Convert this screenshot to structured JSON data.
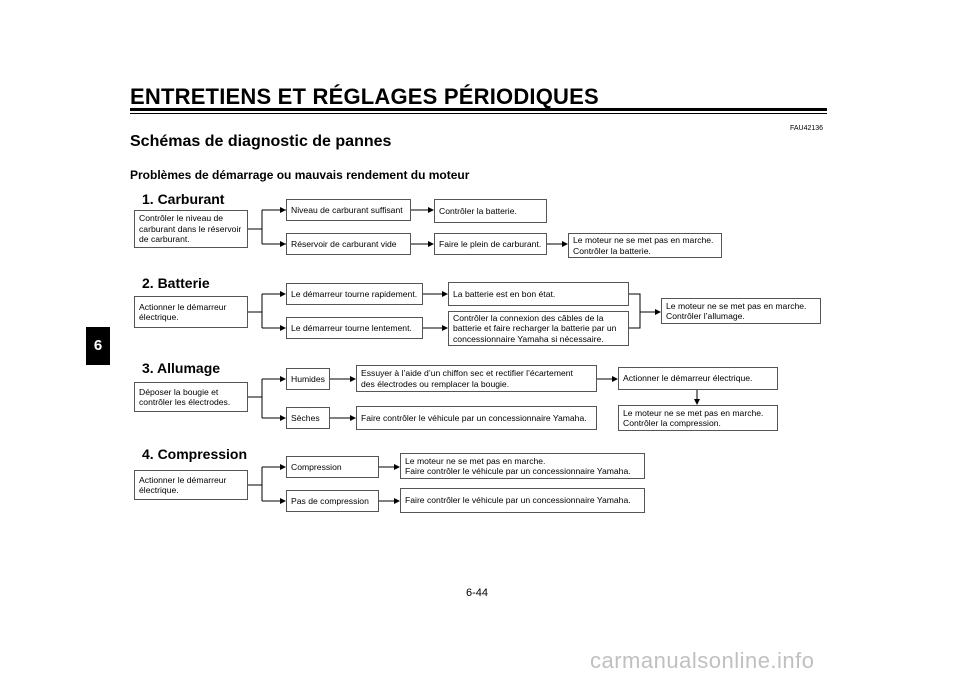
{
  "header": {
    "title": "ENTRETIENS ET RÉGLAGES PÉRIODIQUES",
    "code": "FAU42136"
  },
  "section_title": "Schémas de diagnostic de pannes",
  "subtitle": "Problèmes de démarrage ou mauvais rendement du moteur",
  "tab_label": "6",
  "page_number": "6-44",
  "watermark": "carmanualsonline.info",
  "groups": [
    {
      "title": "1. Carburant",
      "start": "Contrôler le niveau de\ncarburant dans le réservoir\nde carburant.",
      "b1": "Niveau de carburant suffisant",
      "b1r": "Contrôler la batterie.",
      "b2": "Réservoir de carburant vide",
      "b2r": "Faire le plein de carburant.",
      "b2rr": "Le moteur ne se met pas en marche.\nContrôler la batterie."
    },
    {
      "title": "2. Batterie",
      "start": "Actionner le démarreur\nélectrique.",
      "b1": "Le démarreur tourne rapidement.",
      "b1r": "La batterie est en bon état.",
      "b2": "Le démarreur tourne lentement.",
      "b2r": "Contrôler la connexion des câbles de la\nbatterie et faire recharger la batterie par un\nconcessionnaire Yamaha si nécessaire.",
      "final": "Le moteur ne se met pas en marche.\nContrôler l’allumage."
    },
    {
      "title": "3. Allumage",
      "start": "Déposer la bougie et\ncontrôler les électrodes.",
      "b1": "Humides",
      "b1r": "Essuyer à l’aide d’un chiffon sec et rectifier l’écartement\ndes électrodes ou remplacer la bougie.",
      "b1rr": "Actionner le démarreur électrique.",
      "b2": "Sèches",
      "b2r": "Faire contrôler le véhicule par un concessionnaire Yamaha.",
      "b2rr": "Le moteur ne se met pas en marche.\nContrôler la compression."
    },
    {
      "title": "4. Compression",
      "start": "Actionner le démarreur\nélectrique.",
      "b1": "Compression",
      "b1r": "Le moteur ne se met pas en marche.\nFaire contrôler le véhicule par un concessionnaire Yamaha.",
      "b2": "Pas de compression",
      "b2r": "Faire contrôler le véhicule par un concessionnaire Yamaha."
    }
  ]
}
